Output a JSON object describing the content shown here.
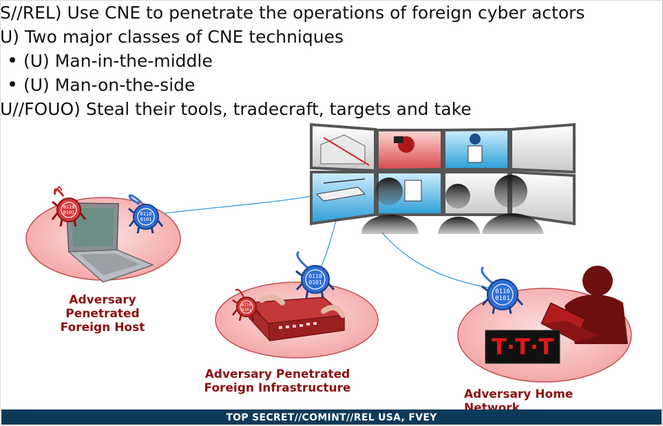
{
  "bullets": [
    {
      "text": "S//REL) Use CNE to penetrate the operations of foreign cyber actors",
      "level": 0
    },
    {
      "text": "U) Two major classes of CNE techniques",
      "level": 0
    },
    {
      "text": "(U) Man-in-the-middle",
      "level": 1
    },
    {
      "text": "(U) Man-on-the-side",
      "level": 1
    },
    {
      "text": "U//FOUO) Steal their tools, tradecraft, targets and take",
      "level": 0
    }
  ],
  "nodes": {
    "host": {
      "line1": "Adversary",
      "line2": "Penetrated",
      "line3": "Foreign Host"
    },
    "infrastructure": {
      "line1": "Adversary Penetrated",
      "line2": "Foreign Infrastructure"
    },
    "home": {
      "line1": "Adversary Home",
      "line2": "Network"
    }
  },
  "binary_text": [
    "0110",
    "0101"
  ],
  "toolbox_text": "T·T·T",
  "classification": "TOP SECRET//COMINT//REL USA, FVEY",
  "colors": {
    "label_red": "#8c1010",
    "ellipse_fill": "#f7b8b8",
    "ellipse_stroke": "#b84040",
    "footer_bg": "#0e3a59",
    "bug_blue": "#2f6fd6",
    "bug_red": "#d63a3a",
    "link_line": "#3a9ad9"
  }
}
